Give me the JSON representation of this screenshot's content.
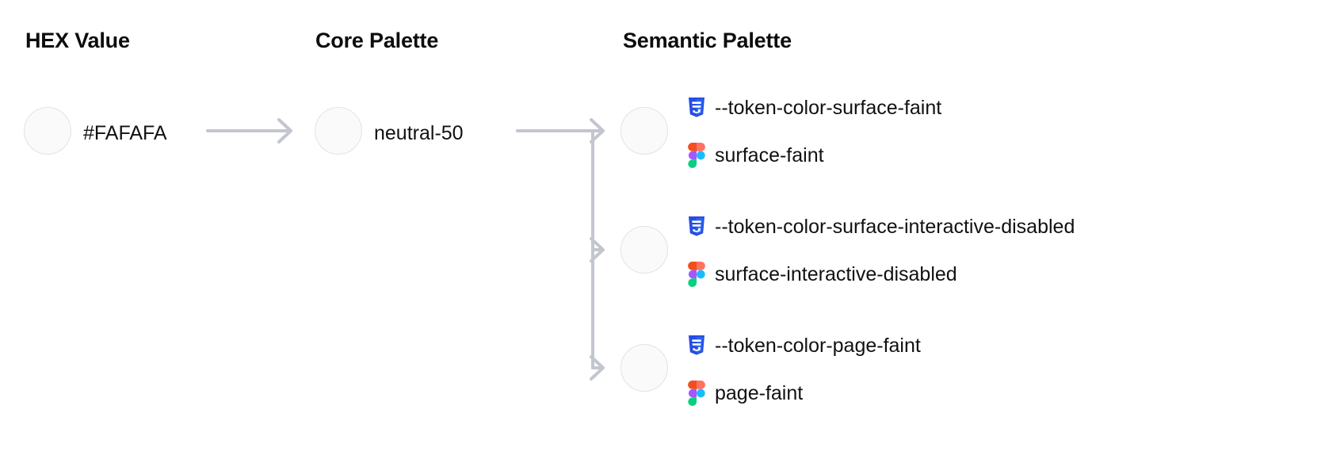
{
  "headers": {
    "hex": "HEX Value",
    "core": "Core Palette",
    "semantic": "Semantic Palette"
  },
  "colors": {
    "swatch_fill": "#FAFAFA",
    "swatch_border": "#E3E3E7",
    "connector": "#C3C6CE",
    "text": "#111111",
    "css_icon_dark": "#264DE4",
    "css_icon_light": "#2965F1",
    "css_icon_glyph": "#FFFFFF",
    "figma_orange": "#F24E1E",
    "figma_salmon": "#FF7262",
    "figma_purple": "#A259FF",
    "figma_cyan": "#1ABCFE",
    "figma_green": "#0ACF83"
  },
  "hex": {
    "swatch_color": "#FAFAFA",
    "label": "#FAFAFA"
  },
  "core": {
    "swatch_color": "#FAFAFA",
    "label": "neutral-50"
  },
  "semantic": {
    "rows": [
      {
        "swatch_color": "#FAFAFA",
        "css_icon": "css3-icon",
        "css_token": "--token-color-surface-faint",
        "figma_icon": "figma-icon",
        "figma_token": "surface-faint"
      },
      {
        "swatch_color": "#FAFAFA",
        "css_icon": "css3-icon",
        "css_token": "--token-color-surface-interactive-disabled",
        "figma_icon": "figma-icon",
        "figma_token": "surface-interactive-disabled"
      },
      {
        "swatch_color": "#FAFAFA",
        "css_icon": "css3-icon",
        "css_token": "--token-color-page-faint",
        "figma_icon": "figma-icon",
        "figma_token": "page-faint"
      }
    ]
  },
  "connectors": {
    "hex_to_core": "arrow-right",
    "core_to_semantic": "branching-arrow-right"
  }
}
